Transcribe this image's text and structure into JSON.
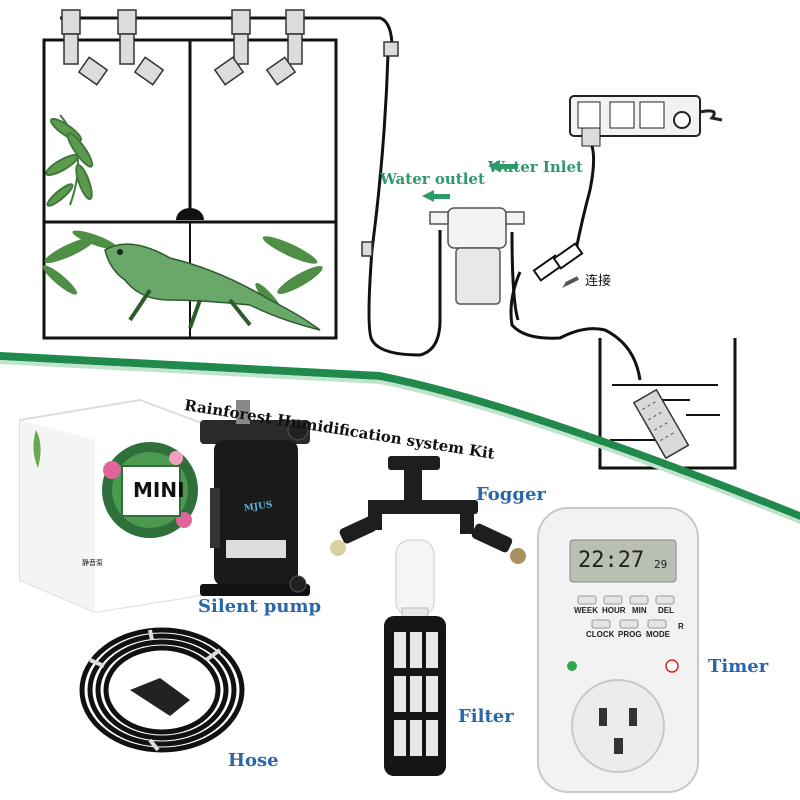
{
  "diagram": {
    "water_outlet": "Water outlet",
    "water_inlet": "Water Inlet",
    "connect": "连接"
  },
  "banner": {
    "title": "Rainforest  Humidification system Kit",
    "color": "#1f8a4c"
  },
  "products": {
    "box_label": "MINI",
    "box_small_text": "静音泵",
    "pump_brand": "MJUS",
    "pump": "Silent pump",
    "fogger": "Fogger",
    "hose": "Hose",
    "filter": "Filter",
    "timer": "Timer"
  },
  "timer_device": {
    "display": "22:27",
    "display_seconds": "29",
    "buttons_row1": [
      "WEEK",
      "HOUR",
      "MIN",
      "DEL"
    ],
    "buttons_row2": [
      "CLOCK",
      "PROG",
      "MODE"
    ],
    "reset": "R"
  },
  "colors": {
    "label_blue": "#2a66a8",
    "label_green": "#2e9a6a"
  }
}
